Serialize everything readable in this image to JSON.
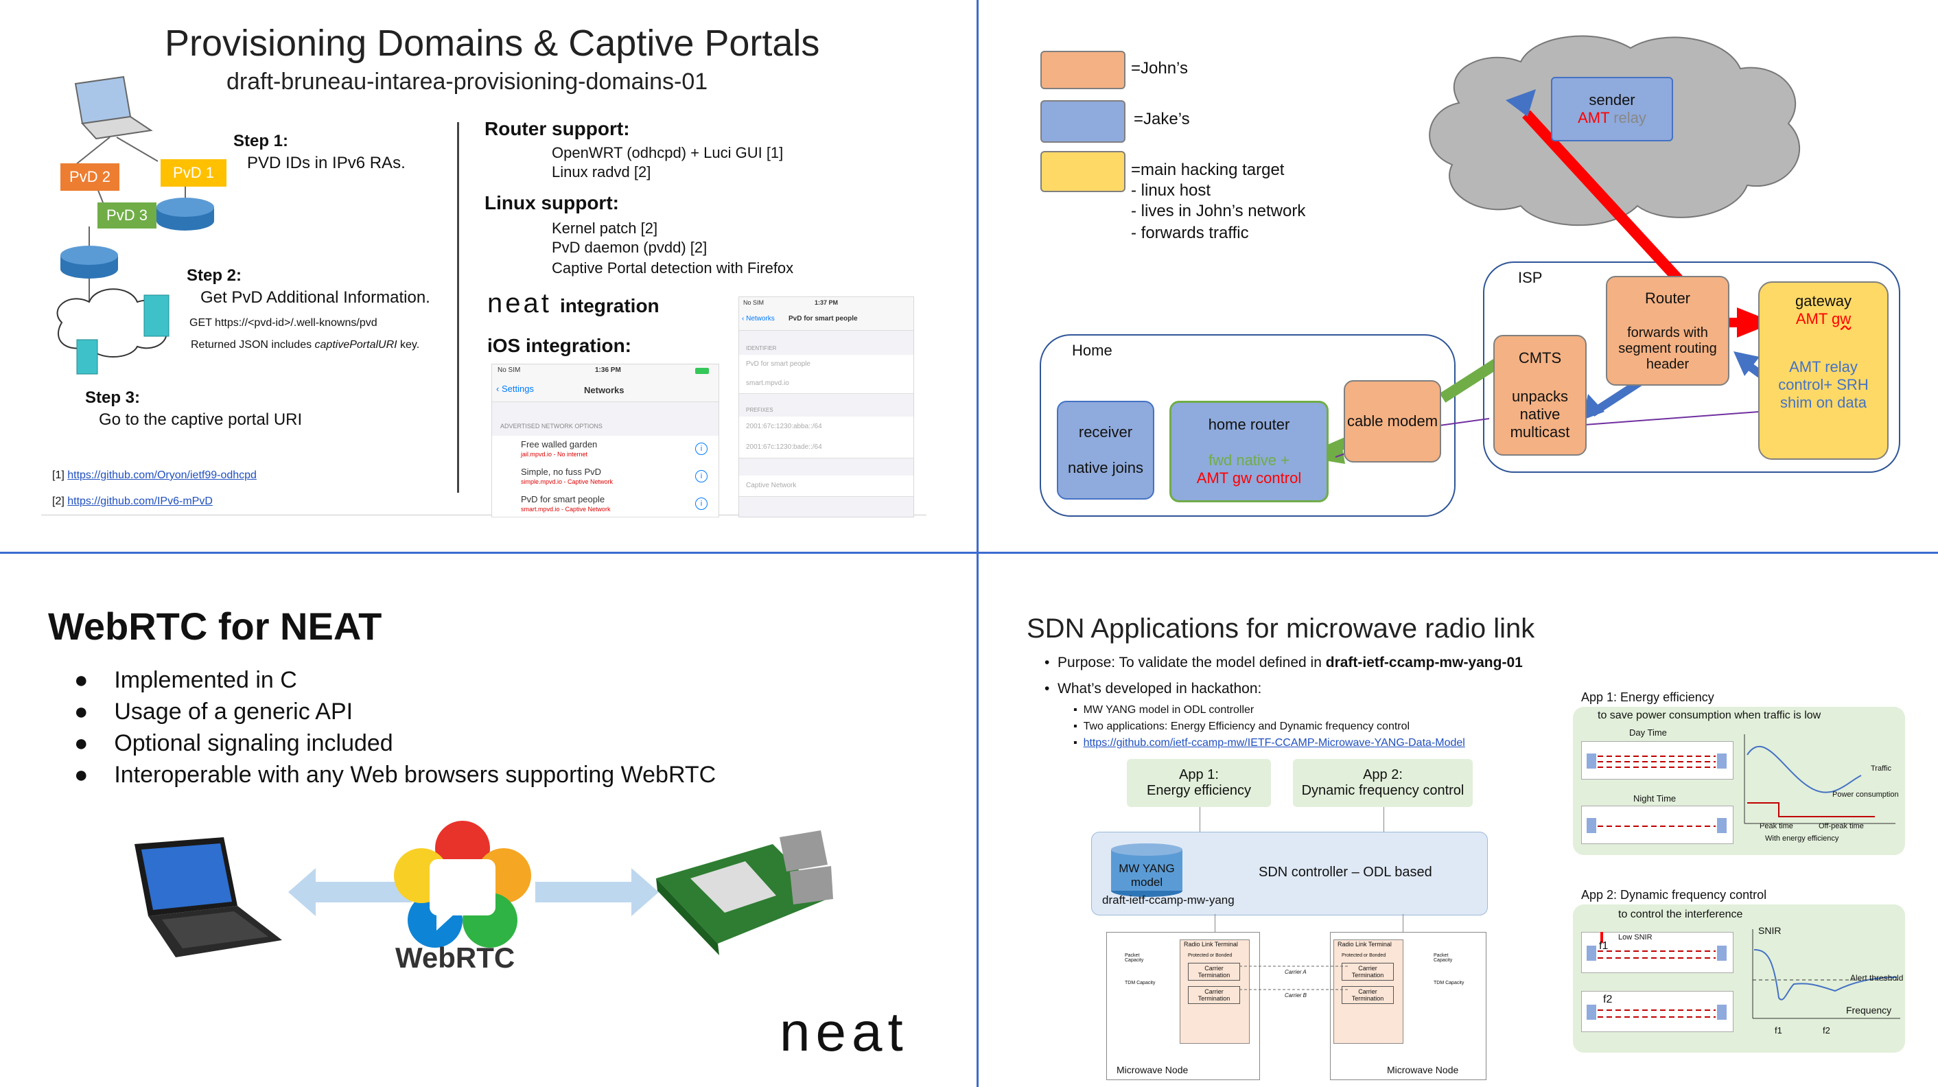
{
  "q1": {
    "title": "Provisioning Domains & Captive Portals",
    "subtitle": "draft-bruneau-intarea-provisioning-domains-01",
    "pvd_labels": [
      "PvD 2",
      "PvD 1",
      "PvD 3"
    ],
    "step1_title": "Step 1:",
    "step1_text": "PVD IDs in IPv6 RAs.",
    "step2_title": "Step 2:",
    "step2_text": "Get PvD Additional Information.",
    "step2_get": "GET https://<pvd-id>/.well-knowns/pvd",
    "step2_json_prefix": "Returned JSON includes ",
    "step2_json_key": "captivePortalURI",
    "step2_json_suffix": " key.",
    "step3_title": "Step 3:",
    "step3_text": "Go to the captive portal URI",
    "ref1_prefix": "[1] ",
    "ref1_link": "https://github.com/Oryon/ietf99-odhcpd",
    "ref2_prefix": "[2] ",
    "ref2_link": "https://github.com/IPv6-mPvD",
    "router_heading": "Router support:",
    "router_items": [
      "OpenWRT (odhcpd)  + Luci GUI [1]",
      "Linux radvd [2]"
    ],
    "linux_heading": "Linux support:",
    "linux_items": [
      "Kernel patch [2]",
      "PvD daemon (pvdd)  [2]",
      "Captive Portal detection with Firefox"
    ],
    "neat_logo": "neat",
    "neat_integration": "integration",
    "ios_heading": "iOS integration:",
    "phone1": {
      "carrier": "No SIM",
      "time": "1:36 PM",
      "back": "Settings",
      "title": "Networks",
      "section": "ADVERTISED NETWORK OPTIONS",
      "rows": [
        {
          "name": "Free walled garden",
          "sub": "jail.mpvd.io - No internet"
        },
        {
          "name": "Simple, no fuss PvD",
          "sub": "simple.mpvd.io - Captive Network"
        },
        {
          "name": "PvD for smart people",
          "sub": "smart.mpvd.io - Captive Network"
        }
      ]
    },
    "phone2": {
      "carrier": "No SIM",
      "time": "1:37 PM",
      "back": "Networks",
      "title": "PvD for smart people",
      "identifier_label": "IDENTIFIER",
      "identifier_rows": [
        "PvD for smart people",
        "smart.mpvd.io"
      ],
      "prefixes_label": "PREFIXES",
      "prefix_rows": [
        "2001:67c:1230:abba::/64",
        "2001:67c:1230:bade::/64"
      ],
      "footer_row": "Captive Network"
    }
  },
  "q2": {
    "legend": [
      {
        "color": "#f4b183",
        "label": "=John’s"
      },
      {
        "color": "#8faadc",
        "label": "=Jake’s"
      },
      {
        "color": "#ffd966",
        "label": "=main hacking target"
      }
    ],
    "target_notes": [
      "- linux host",
      "-    lives in John’s network",
      "-    forwards traffic"
    ],
    "sender": "sender",
    "sender_relay": "AMT relay",
    "isp": "ISP",
    "router": "Router",
    "router_desc": "forwards with segment routing header",
    "gateway": "gateway",
    "gateway_sub": "AMT gw",
    "gateway_relay": "AMT relay",
    "gateway_relay_desc": "control+ SRH shim on data",
    "cmts": "CMTS",
    "cmts_desc": "unpacks native multicast",
    "cable_modem": "cable modem",
    "home": "Home",
    "receiver": "receiver",
    "receiver_desc": "native joins",
    "home_router": "home router",
    "home_router_native": "fwd native +",
    "home_router_control": "AMT gw control",
    "colors": {
      "john": "#f4b183",
      "jake": "#8faadc",
      "target": "#ffd966",
      "native_green": "#70ad47",
      "arrow_red": "#ff0000",
      "arrow_blue": "#4472c4"
    }
  },
  "q3": {
    "title": "WebRTC for NEAT",
    "bullets": [
      "Implemented in C",
      "Usage of a generic API",
      "Optional signaling included",
      "Interoperable with any Web browsers supporting WebRTC"
    ],
    "webrtc_label": "WebRTC",
    "neat_logo": "neat"
  },
  "q4": {
    "title": "SDN Applications for microwave radio link",
    "purpose_prefix": "Purpose: To validate the model defined in ",
    "purpose_draft": "draft-ietf-ccamp-mw-yang-01",
    "developed": "What’s developed in hackathon:",
    "sub_items": [
      "MW YANG model in ODL controller",
      "Two applications: Energy Efficiency and Dynamic frequency control"
    ],
    "sub_link": "https://github.com/ietf-ccamp-mw/IETF-CCAMP-Microwave-YANG-Data-Model",
    "app1_box": "App 1:\nEnergy efficiency",
    "app2_box": "App 2:\nDynamic frequency control",
    "controller": "SDN controller – ODL based",
    "mw_yang": "MW YANG model",
    "draft_label": "draft-ietf-ccamp-mw-yang",
    "node_left": {
      "terminal": "Radio Link Terminal",
      "protected": "Protected or Bonded",
      "carrier1": "Carrier Termination",
      "carrier2": "Carrier Termination",
      "packet": "Packet Capacity",
      "tdm": "TDM Capacity",
      "node": "Microwave Node"
    },
    "node_right": {
      "terminal": "Radio Link Terminal",
      "protected": "Protected or Bonded",
      "carrier1": "Carrier Termination",
      "carrier2": "Carrier Termination",
      "packet": "Packet Capacity",
      "tdm": "TDM Capacity",
      "node": "Microwave Node"
    },
    "carrier_a": "Carrier A",
    "carrier_b": "Carrier B",
    "app1_title": "App 1:  Energy efficiency",
    "app1_sub": "to save power consumption when traffic is low",
    "day_time": "Day Time",
    "night_time": "Night Time",
    "traffic": "Traffic",
    "power": "Power consumption",
    "peak": "Peak time",
    "offpeak": "Off-peak time",
    "with_ee": "With energy efficiency",
    "app2_title": "App 2: Dynamic frequency control",
    "app2_sub": "to control the interference",
    "f1": "f1",
    "f2": "f2",
    "low_snir": "Low SNIR",
    "snir": "SNIR",
    "alert": "Alert threshold",
    "frequency": "Frequency",
    "axis_f1": "f1",
    "axis_f2": "f2"
  }
}
